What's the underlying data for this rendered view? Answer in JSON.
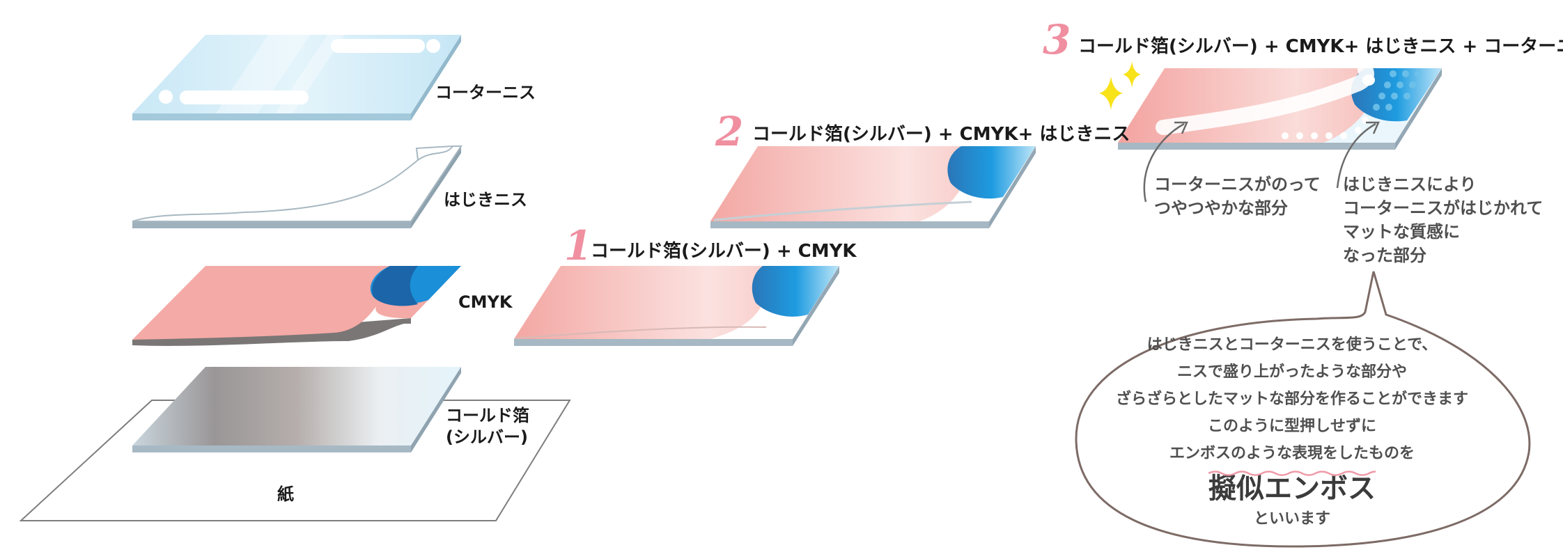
{
  "layers": {
    "paper": "紙",
    "cold_foil": [
      "コールド箔",
      "(シルバー)"
    ],
    "cmyk": "CMYK",
    "repel_varnish": "はじきニス",
    "coater_varnish": "コーターニス"
  },
  "steps": [
    {
      "number": "1",
      "label": "コールド箔(シルバー) + CMYK"
    },
    {
      "number": "2",
      "label": "コールド箔(シルバー) + CMYK+ はじきニス"
    },
    {
      "number": "3",
      "label": "コールド箔(シルバー) + CMYK+ はじきニス + コーターニス"
    }
  ],
  "annotations": {
    "glossy": [
      "コーターニスがのって",
      "つやつやかな部分"
    ],
    "matte": [
      "はじきニスにより",
      "コーターニスがはじかれて",
      "マットな質感に",
      "なった部分"
    ]
  },
  "bubble": {
    "lines": [
      "はじきニスとコーターニスを使うことで、",
      "ニスで盛り上がったような部分や",
      "ざらざらとしたマットな部分を作ることができます",
      "このように型押しせずに",
      "エンボスのような表現をしたものを"
    ],
    "emphasis": "擬似エンボス",
    "tail": "といいます"
  },
  "colors": {
    "pink": "#f4aaa6",
    "blue": "#1a8fd8",
    "dark_blue": "#1a62a4",
    "light_blue": "#c8e9f7",
    "edge": "#9fb2bf",
    "star": "#f8e21a",
    "pink_number": "#ef8fa0",
    "bubble_border": "#7d6b66"
  }
}
